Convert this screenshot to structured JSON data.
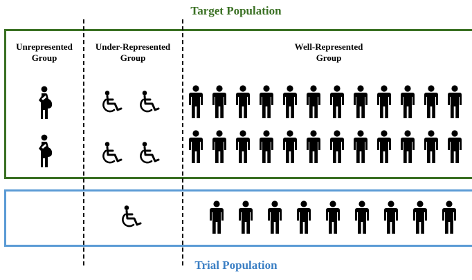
{
  "titles": {
    "target": "Target Population",
    "trial": "Trial Population"
  },
  "groups": {
    "unrepresented": {
      "line1": "Unrepresented",
      "line2": "Group"
    },
    "under": {
      "line1": "Under-Represented",
      "line2": "Group"
    },
    "well": {
      "line1": "Well-Represented",
      "line2": "Group"
    }
  },
  "colors": {
    "target_border": "#3a7023",
    "target_title": "#3a7023",
    "trial_border": "#5b9bd5",
    "trial_title": "#3b7fc4",
    "icon": "#000000"
  },
  "icons": {
    "unrepresented": "pregnant-person-icon",
    "under_represented": "wheelchair-icon",
    "well_represented": "person-icon"
  },
  "counts": {
    "target": {
      "unrepresented": 2,
      "under_represented": 4,
      "well_represented": 24
    },
    "trial": {
      "unrepresented": 0,
      "under_represented": 1,
      "well_represented": 9
    }
  }
}
